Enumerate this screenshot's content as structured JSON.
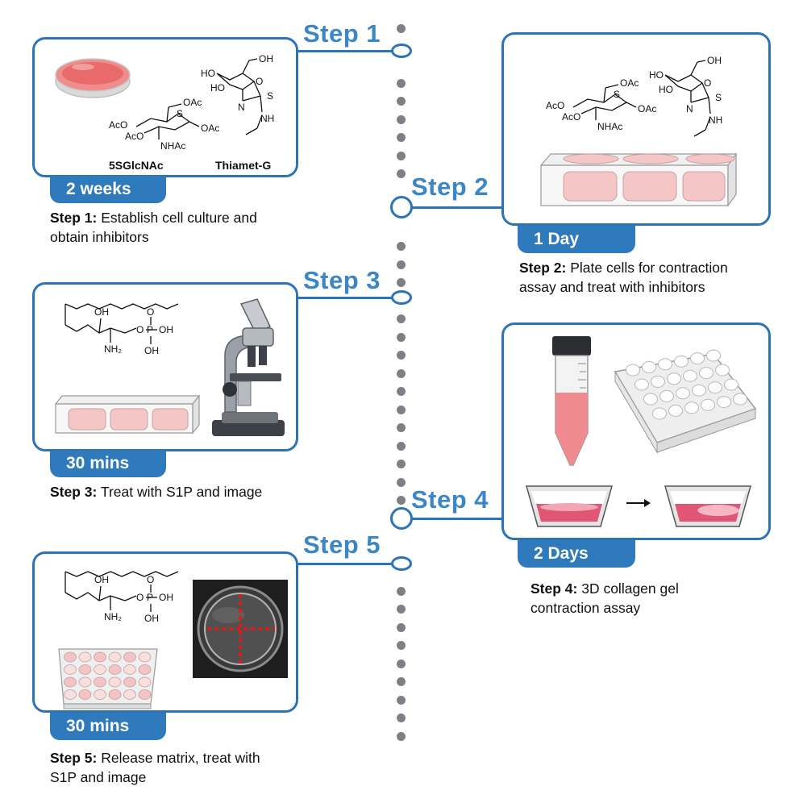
{
  "steps": [
    {
      "title": "Step 1",
      "duration": "2 weeks",
      "desc_bold": "Step 1:",
      "desc_line1": " Establish cell culture and",
      "desc_line2": "obtain inhibitors"
    },
    {
      "title": "Step 2",
      "duration": "1 Day",
      "desc_bold": "Step 2:",
      "desc_line1": " Plate cells for contraction",
      "desc_line2": "assay and treat with inhibitors"
    },
    {
      "title": "Step 3",
      "duration": "30 mins",
      "desc_bold": "Step 3:",
      "desc_line1": " Treat with S1P and image",
      "desc_line2": ""
    },
    {
      "title": "Step 4",
      "duration": "2 Days",
      "desc_bold": "Step 4:",
      "desc_line1": " 3D collagen gel",
      "desc_line2": "contraction assay"
    },
    {
      "title": "Step 5",
      "duration": "30 mins",
      "desc_bold": "Step 5:",
      "desc_line1": " Release matrix, treat with",
      "desc_line2": "S1P and image"
    }
  ],
  "compounds": {
    "inhibitor_a": "5SGlcNAc",
    "inhibitor_b": "Thiamet-G"
  },
  "chem_atoms": {
    "oac": "OAc",
    "aco": "AcO",
    "nhac": "NHAc",
    "oh": "OH",
    "ho": "HO",
    "s": "S",
    "n": "N",
    "nh": "NH",
    "o": "O",
    "p": "P",
    "nh2": "NH₂"
  },
  "colors": {
    "accent": "#2f79bd",
    "title": "#3b86c6",
    "medium": "#e8636a",
    "timeline": "#7d8086",
    "crosshair": "#e01818"
  }
}
